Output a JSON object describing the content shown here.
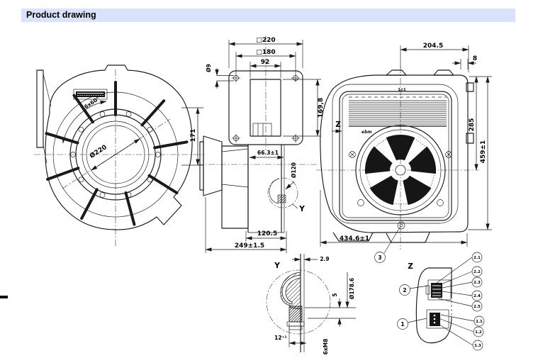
{
  "header": {
    "title": "Product drawing"
  },
  "front_view": {
    "dim_inlet_diameter": "Ø220",
    "dim_spoke_angle": "6x60°",
    "dim_height": "171"
  },
  "side_view": {
    "dim_flange_outer": "□220",
    "dim_hole_pitch": "□180",
    "dim_opening_width": "92",
    "dim_hole_diameter": "Ø9",
    "dim_opening_height": "169,8",
    "dim_axis_offset": "66.3±1",
    "dim_outlet_diameter": "Ø120",
    "dim_depth_partial": "120.5",
    "dim_depth_total": "249±1.5",
    "detail_marker": "Y"
  },
  "back_view": {
    "dim_width_center_to_edge": "204.5",
    "dim_edge": "8",
    "dim_top_small": "1±1",
    "dim_height_center": "285",
    "dim_height_total": "459±1",
    "dim_width_total": "434.6±1",
    "callout_3": "3",
    "view_marker": "Z",
    "logo": "ebm"
  },
  "detail_y": {
    "label": "Y",
    "dim_gap": "2.9",
    "dim_ring_diameter": "Ø178.6",
    "dim_step": "5",
    "dim_depth": "12⁺¹",
    "dim_thread": "6xM8"
  },
  "detail_z": {
    "label": "Z",
    "callout_connector_2": "2",
    "callout_connector_1": "1",
    "pins": [
      "2.1",
      "2.2",
      "2.3",
      "2.4",
      "2.5",
      "1.1",
      "1.2",
      "1.3"
    ]
  }
}
